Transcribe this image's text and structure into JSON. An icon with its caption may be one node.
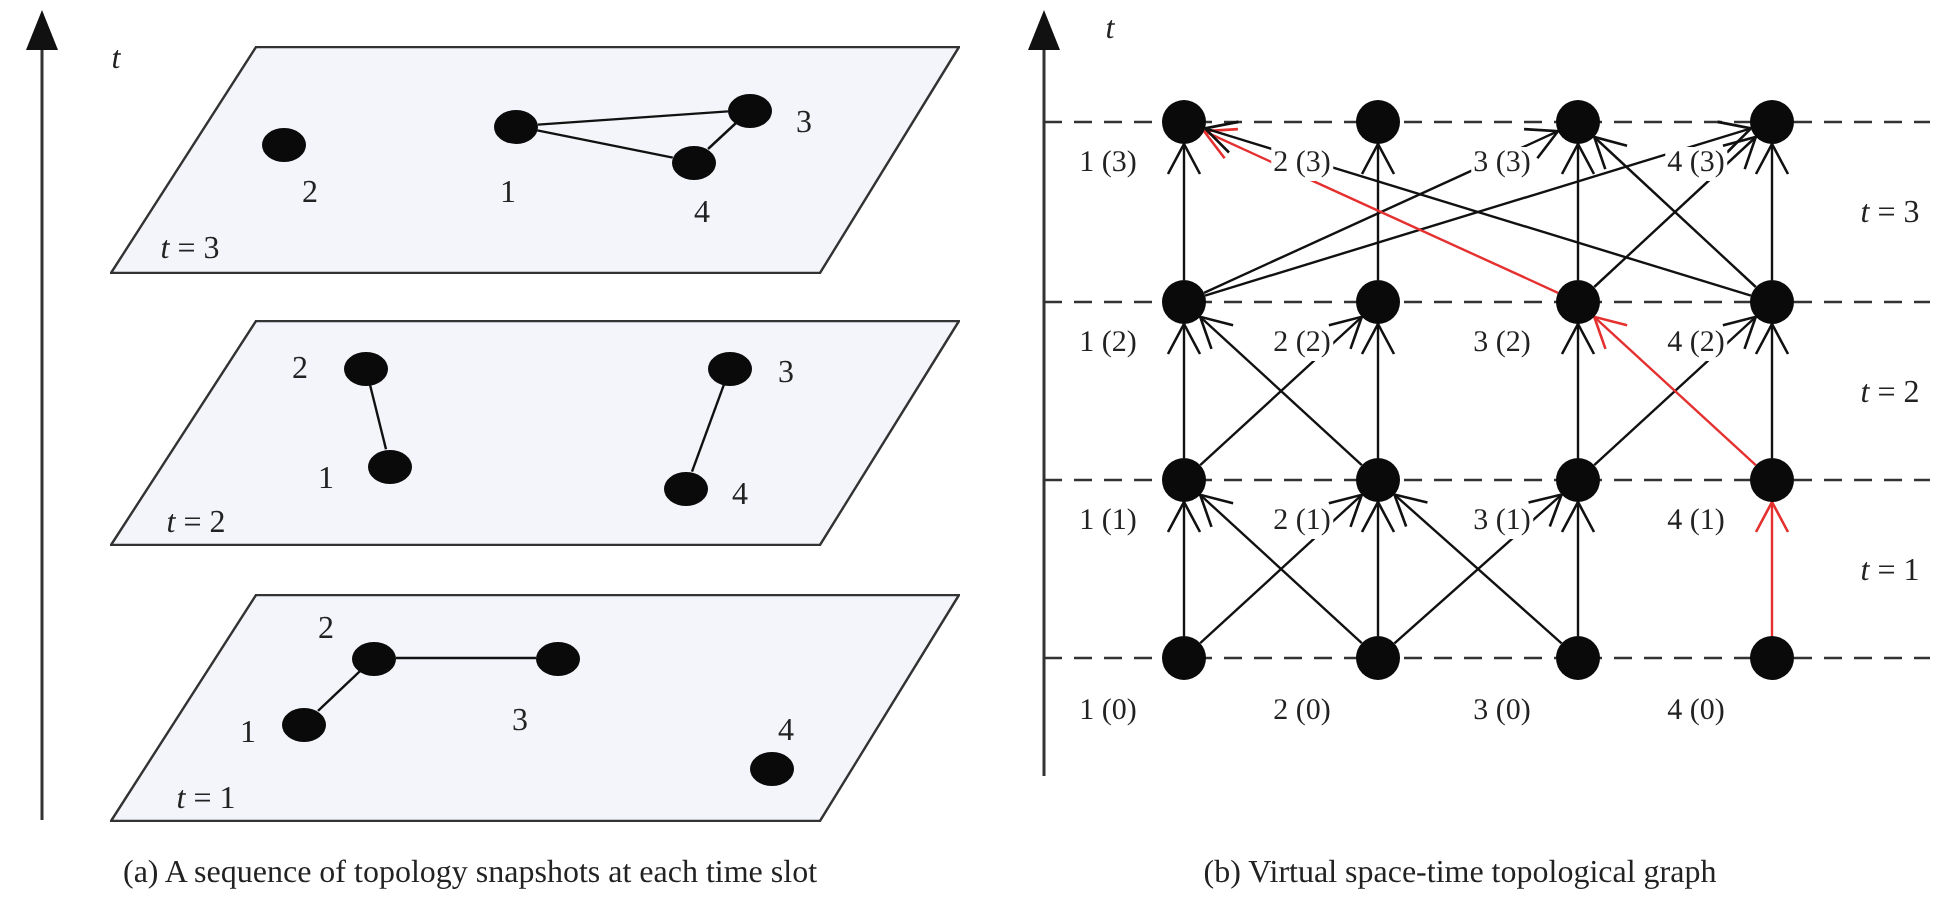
{
  "diagram": {
    "nodes": [
      {
        "text": [
          "*t* = 3"
        ]
      },
      {
        "text": [],
        "shape": "circle",
        "beside": [
          "2"
        ],
        "in": 0
      },
      {
        "text": [],
        "shape": "circle",
        "beside": [
          "1"
        ],
        "in": 0
      },
      {
        "text": [],
        "shape": "circle",
        "beside": [
          "3"
        ],
        "in": 0
      },
      {
        "text": [],
        "shape": "circle",
        "beside": [
          "4"
        ],
        "in": 0
      },
      {
        "text": [
          "*t* = 2"
        ]
      },
      {
        "text": [],
        "shape": "circle",
        "beside": [
          "2"
        ],
        "in": 5
      },
      {
        "text": [],
        "shape": "circle",
        "beside": [
          "1"
        ],
        "in": 5
      },
      {
        "text": [],
        "shape": "circle",
        "beside": [
          "3"
        ],
        "in": 5
      },
      {
        "text": [],
        "shape": "circle",
        "beside": [
          "4"
        ],
        "in": 5
      },
      {
        "text": [
          "*t* = 1"
        ]
      },
      {
        "text": [],
        "shape": "circle",
        "beside": [
          "2"
        ],
        "in": 10
      },
      {
        "text": [],
        "shape": "circle",
        "beside": [
          "1"
        ],
        "in": 10
      },
      {
        "text": [],
        "shape": "circle",
        "beside": [
          "3"
        ],
        "in": 10
      },
      {
        "text": [],
        "shape": "circle",
        "beside": [
          "4"
        ],
        "in": 10
      },
      {
        "text": [],
        "shape": "circle",
        "beside": [
          "1 (3)"
        ]
      },
      {
        "text": [],
        "shape": "circle",
        "beside": [
          "2 (3)"
        ]
      },
      {
        "text": [],
        "shape": "circle",
        "beside": [
          "3 (3)"
        ]
      },
      {
        "text": [],
        "shape": "circle",
        "beside": [
          "4 (3)"
        ]
      },
      {
        "text": [],
        "shape": "circle",
        "beside": [
          "1 (2)"
        ]
      },
      {
        "text": [],
        "shape": "circle",
        "beside": [
          "2 (2)"
        ]
      },
      {
        "text": [],
        "shape": "circle",
        "beside": [
          "3 (2)"
        ]
      },
      {
        "text": [],
        "shape": "circle",
        "beside": [
          "4 (2)"
        ]
      },
      {
        "text": [],
        "shape": "circle",
        "beside": [
          "1 (1)"
        ]
      },
      {
        "text": [],
        "shape": "circle",
        "beside": [
          "2 (1)"
        ]
      },
      {
        "text": [],
        "shape": "circle",
        "beside": [
          "3 (1)"
        ]
      },
      {
        "text": [],
        "shape": "circle",
        "beside": [
          "4 (1)"
        ]
      },
      {
        "text": [],
        "shape": "circle",
        "beside": [
          "1 (0)"
        ]
      },
      {
        "text": [],
        "shape": "circle",
        "beside": [
          "2 (0)"
        ]
      },
      {
        "text": [],
        "shape": "circle",
        "beside": [
          "3 (0)"
        ]
      },
      {
        "text": [],
        "shape": "circle",
        "beside": [
          "4 (0)"
        ]
      }
    ],
    "edges": [
      {
        "from": 2,
        "to": 3,
        "arrow": "none"
      },
      {
        "from": 2,
        "to": 4,
        "arrow": "none"
      },
      {
        "from": 4,
        "to": 3,
        "arrow": "none"
      },
      {
        "from": 6,
        "to": 7,
        "arrow": "none"
      },
      {
        "from": 8,
        "to": 9,
        "arrow": "none"
      },
      {
        "from": 12,
        "to": 11,
        "arrow": "none"
      },
      {
        "from": 11,
        "to": 13,
        "arrow": "none"
      },
      {
        "from": 27,
        "to": 23,
        "arrow": "to"
      },
      {
        "from": 27,
        "to": 24,
        "arrow": "to"
      },
      {
        "from": 28,
        "to": 23,
        "arrow": "to"
      },
      {
        "from": 28,
        "to": 24,
        "arrow": "to"
      },
      {
        "from": 28,
        "to": 25,
        "arrow": "to"
      },
      {
        "from": 29,
        "to": 24,
        "arrow": "to"
      },
      {
        "from": 29,
        "to": 25,
        "arrow": "to"
      },
      {
        "from": 30,
        "to": 26,
        "arrow": "to",
        "color": "#e53030"
      },
      {
        "from": 23,
        "to": 19,
        "arrow": "to"
      },
      {
        "from": 23,
        "to": 20,
        "arrow": "to"
      },
      {
        "from": 24,
        "to": 19,
        "arrow": "to"
      },
      {
        "from": 24,
        "to": 20,
        "arrow": "to"
      },
      {
        "from": 25,
        "to": 21,
        "arrow": "to"
      },
      {
        "from": 25,
        "to": 22,
        "arrow": "to"
      },
      {
        "from": 26,
        "to": 21,
        "arrow": "to",
        "color": "#e53030"
      },
      {
        "from": 26,
        "to": 22,
        "arrow": "to"
      },
      {
        "from": 19,
        "to": 15,
        "arrow": "to"
      },
      {
        "from": 19,
        "to": 17,
        "arrow": "to"
      },
      {
        "from": 19,
        "to": 18,
        "arrow": "to"
      },
      {
        "from": 20,
        "to": 16,
        "arrow": "to"
      },
      {
        "from": 21,
        "to": 15,
        "arrow": "to",
        "color": "#e53030"
      },
      {
        "from": 21,
        "to": 17,
        "arrow": "to"
      },
      {
        "from": 21,
        "to": 18,
        "arrow": "to"
      },
      {
        "from": 22,
        "to": 15,
        "arrow": "to"
      },
      {
        "from": 22,
        "to": 17,
        "arrow": "to"
      },
      {
        "from": 22,
        "to": 18,
        "arrow": "to"
      }
    ],
    "labels": [
      "*t*",
      "*t*",
      "*t* = 3",
      "*t* = 2",
      "*t* = 1",
      "(a) A sequence of topology snapshots at each time slot",
      "(b) Virtual space-time topological graph"
    ]
  }
}
